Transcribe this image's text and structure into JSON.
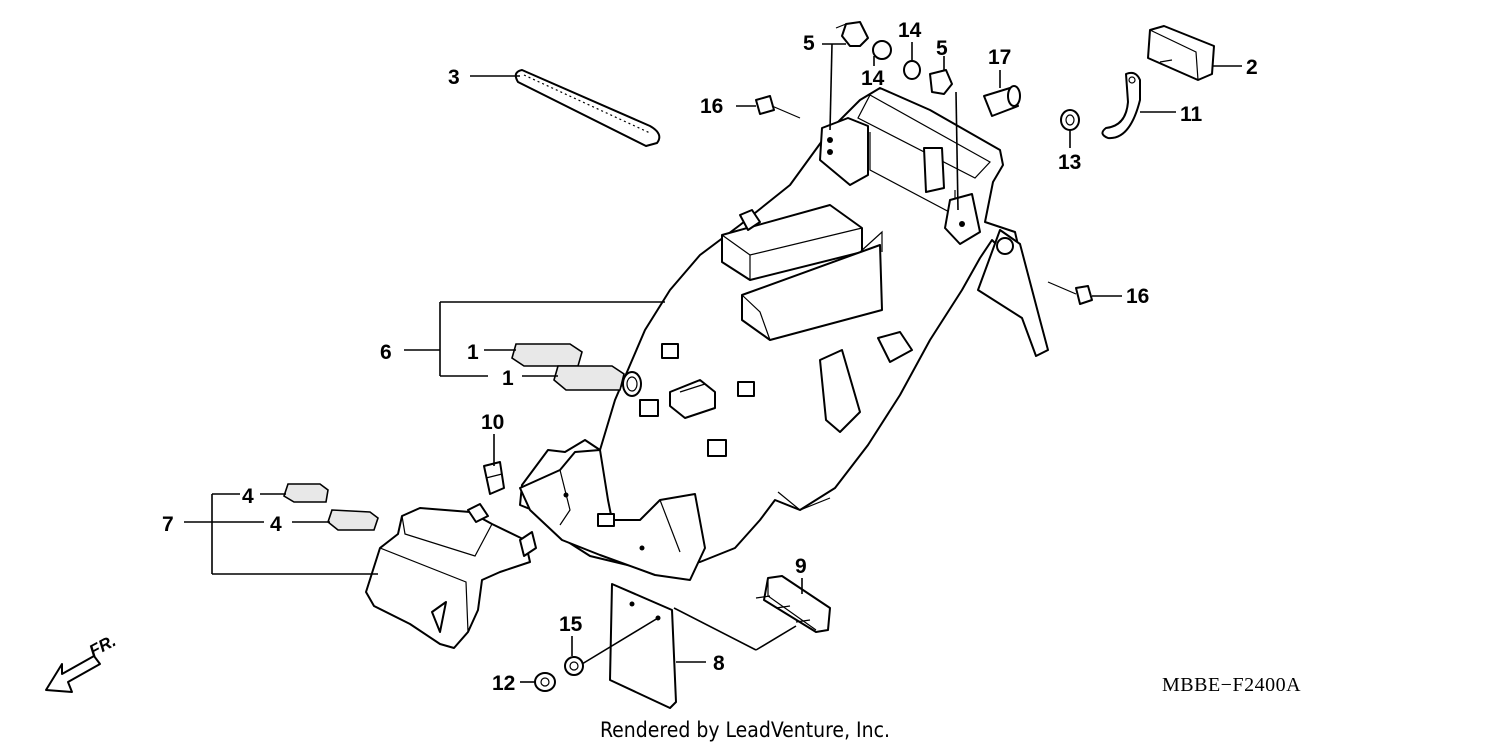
{
  "diagram": {
    "callouts": {
      "c1a": "1",
      "c1b": "1",
      "c2": "2",
      "c3": "3",
      "c4a": "4",
      "c4b": "4",
      "c5a": "5",
      "c5b": "5",
      "c6": "6",
      "c7": "7",
      "c8": "8",
      "c9": "9",
      "c10": "10",
      "c11": "11",
      "c12": "12",
      "c13": "13",
      "c14a": "14",
      "c14b": "14",
      "c15": "15",
      "c16a": "16",
      "c16b": "16",
      "c17": "17"
    },
    "diagram_code": "MBBE−F2400A",
    "direction_label": "FR.",
    "credit": "Rendered by LeadVenture, Inc."
  }
}
